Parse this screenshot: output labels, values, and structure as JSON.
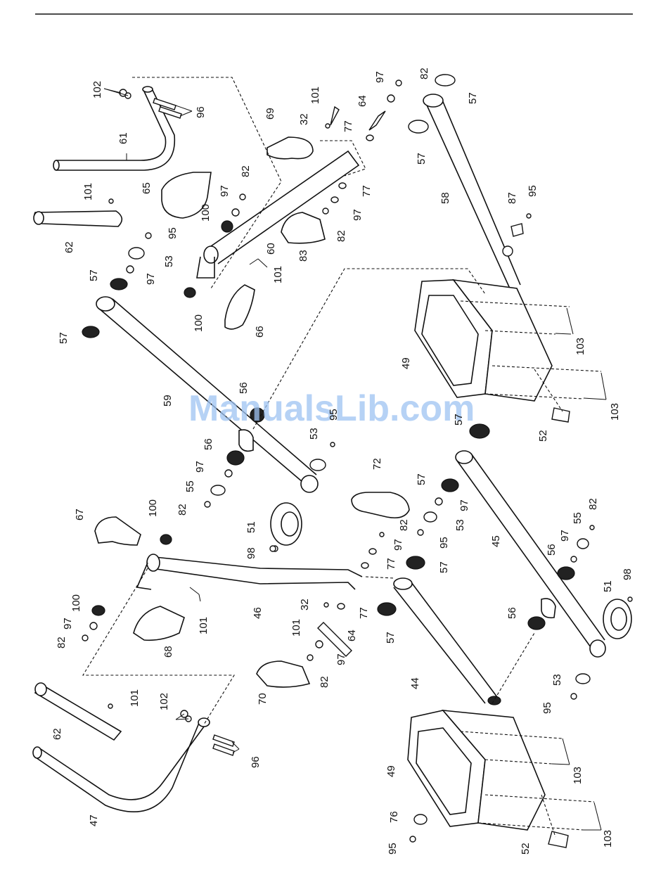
{
  "watermark": "ManualsLib.com",
  "labels": {
    "l102a": "102",
    "l96a": "96",
    "l61": "61",
    "l65": "65",
    "l101a": "101",
    "l62a": "62",
    "l100a": "100",
    "l97a": "97",
    "l82a": "82",
    "l101b": "101",
    "l32a": "32",
    "l69": "69",
    "l77a": "77",
    "l64a": "64",
    "l97b": "97",
    "l82b": "82",
    "l57a": "57",
    "l57b": "57",
    "l77b": "77",
    "l97c": "97",
    "l82c": "82",
    "l83": "83",
    "l60": "60",
    "l101c": "101",
    "l95a": "95",
    "l53a": "53",
    "l97d": "97",
    "l57c": "57",
    "l57d": "57",
    "l100b": "100",
    "l66": "66",
    "l58": "58",
    "l87": "87",
    "l95b": "95",
    "l49a": "49",
    "l103a": "103",
    "l103b": "103",
    "l59": "59",
    "l56a": "56",
    "l52a": "52",
    "l57e": "57",
    "l53b": "53",
    "l95c": "95",
    "l56b": "56",
    "l97e": "97",
    "l55a": "55",
    "l82d": "82",
    "l51a": "51",
    "l98a": "98",
    "l72": "72",
    "l57f": "57",
    "l97f": "97",
    "l53c": "53",
    "l95d": "95",
    "l67": "67",
    "l100c": "100",
    "l82e": "82",
    "l97g": "97",
    "l77c": "77",
    "l57g": "57",
    "l45": "45",
    "l55b": "55",
    "l97h": "97",
    "l82f": "82",
    "l56c": "56",
    "l100d": "100",
    "l97i": "97",
    "l82g": "82",
    "l46": "46",
    "l32b": "32",
    "l101d": "101",
    "l68": "68",
    "l101e": "101",
    "l77d": "77",
    "l64b": "64",
    "l97j": "97",
    "l82h": "82",
    "l57h": "57",
    "l56d": "56",
    "l51b": "51",
    "l98b": "98",
    "l70": "70",
    "l44": "44",
    "l53d": "53",
    "l95e": "95",
    "l62b": "62",
    "l101f": "101",
    "l102b": "102",
    "l96b": "96",
    "l47": "47",
    "l49b": "49",
    "l103c": "103",
    "l103d": "103",
    "l76": "76",
    "l95f": "95",
    "l52b": "52"
  }
}
